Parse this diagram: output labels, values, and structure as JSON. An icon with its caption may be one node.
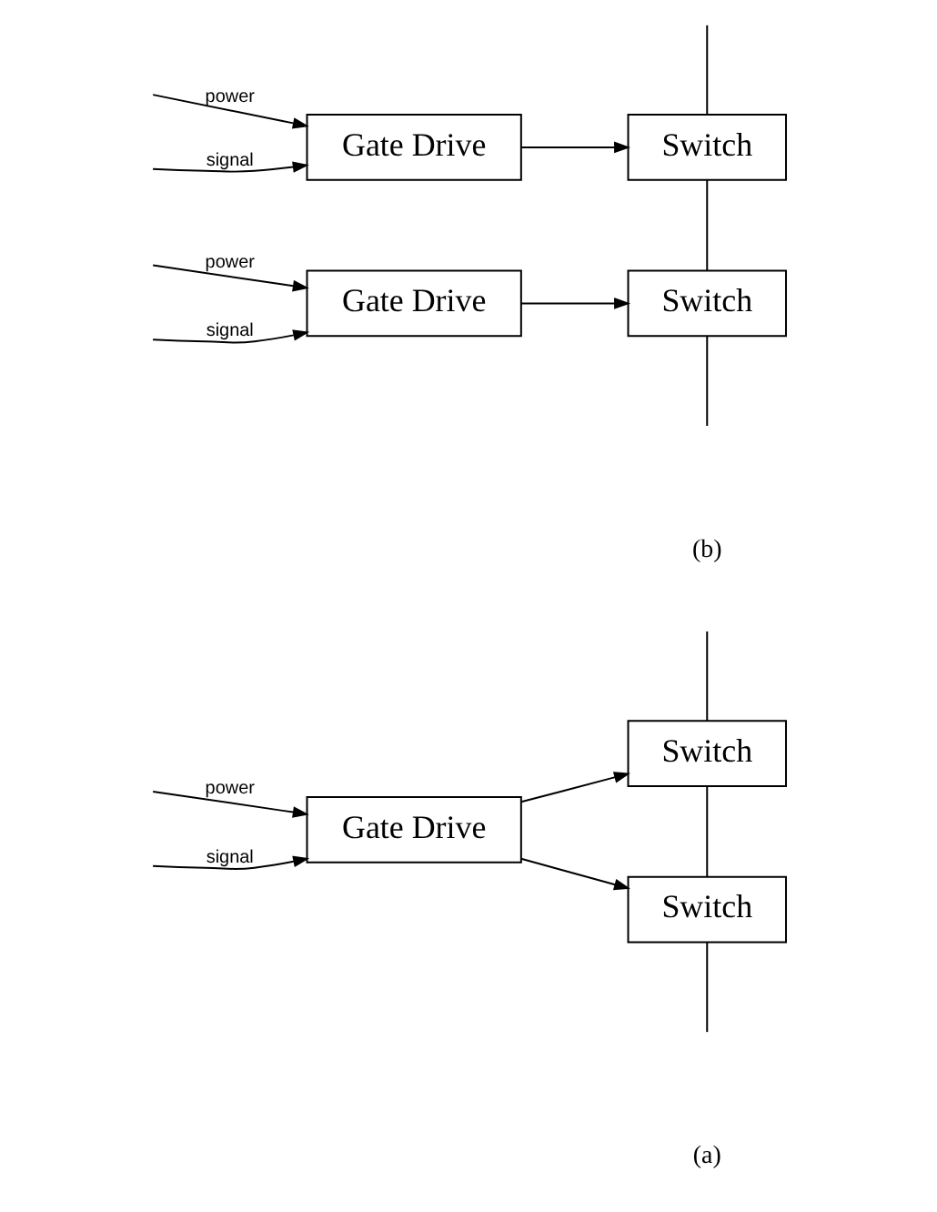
{
  "diagram": {
    "nodes": [
      {
        "text": [
          "Gate Drive"
        ]
      },
      {
        "text": [
          "Switch"
        ]
      },
      {
        "text": [
          "Switch"
        ]
      },
      {
        "text": [
          "Gate Drive"
        ]
      },
      {
        "text": [
          "Gate Drive"
        ]
      },
      {
        "text": [
          "Switch"
        ]
      },
      {
        "text": [
          "Switch"
        ]
      }
    ],
    "edges": [
      {
        "from": null,
        "to": 0,
        "arrow": "to",
        "label": "power"
      },
      {
        "from": null,
        "to": 0,
        "arrow": "to",
        "label": "signal"
      },
      {
        "from": 0,
        "to": 1,
        "arrow": "to"
      },
      {
        "from": 0,
        "to": 2,
        "arrow": "to"
      },
      {
        "from": null,
        "to": 1,
        "arrow": "none"
      },
      {
        "from": 1,
        "to": 2,
        "arrow": "none"
      },
      {
        "from": 2,
        "to": null,
        "arrow": "none"
      },
      {
        "from": null,
        "to": 3,
        "arrow": "to",
        "label": "power"
      },
      {
        "from": null,
        "to": 3,
        "arrow": "to",
        "label": "signal"
      },
      {
        "from": 3,
        "to": 5,
        "arrow": "to"
      },
      {
        "from": null,
        "to": 4,
        "arrow": "to",
        "label": "power"
      },
      {
        "from": null,
        "to": 4,
        "arrow": "to",
        "label": "signal"
      },
      {
        "from": 4,
        "to": 6,
        "arrow": "to"
      },
      {
        "from": null,
        "to": 5,
        "arrow": "none"
      },
      {
        "from": 5,
        "to": 6,
        "arrow": "none"
      },
      {
        "from": 6,
        "to": null,
        "arrow": "none"
      }
    ],
    "labels": [
      "(a)",
      "(b)"
    ]
  }
}
